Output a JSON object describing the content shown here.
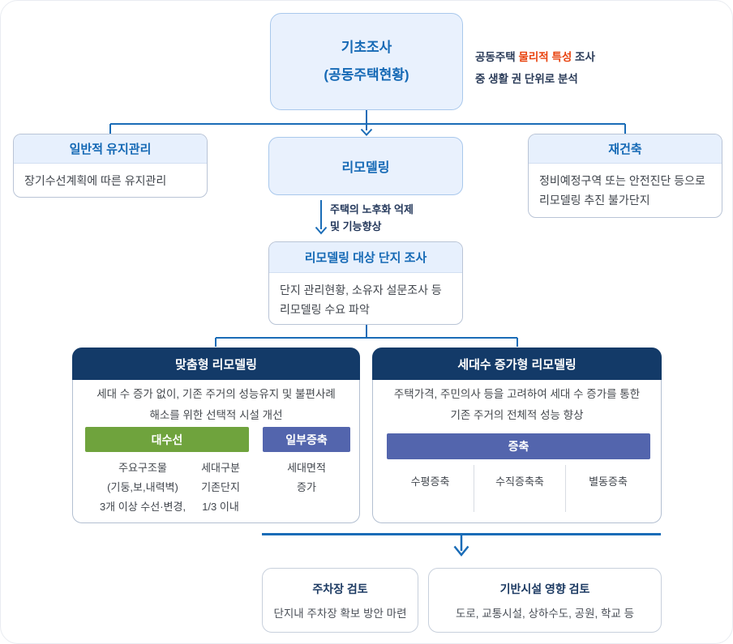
{
  "colors": {
    "accent_blue": "#1569b5",
    "connector_blue": "#1a6cb7",
    "light_blue_fill": "#e9f1fd",
    "navy_header": "#133a68",
    "green": "#6fa33d",
    "slate_blue": "#5365ad",
    "red_highlight": "#e8430f"
  },
  "top": {
    "title_line1": "기초조사",
    "title_line2": "(공동주택현황)",
    "note": {
      "line1_prefix": "공동주택 ",
      "line1_highlight": "물리적 특성",
      "line1_suffix": " 조사",
      "line2": "중 생활 권 단위로 분석"
    }
  },
  "row2": {
    "maintenance": {
      "title": "일반적 유지관리",
      "body": "장기수선계획에 따른 유지관리"
    },
    "remodeling": {
      "title": "리모델링"
    },
    "reconstruction": {
      "title": "재건축",
      "body_line1": "정비예정구역 또는 안전진단 등으로",
      "body_line2": "리모델링 추진 불가단지"
    }
  },
  "arrow_note": {
    "line1": "주택의 노후화 억제",
    "line2": "및 기능향상"
  },
  "survey": {
    "title": "리모델링 대상 단지 조사",
    "body_line1": "단지 관리현황, 소유자 설문조사 등",
    "body_line2": "리모델링 수요 파악"
  },
  "custom_type": {
    "title": "맞춤형 리모델링",
    "desc_line1": "세대 수 증가 없이, 기존 주거의 성능유지 및 불편사례",
    "desc_line2": "해소를 위한 선택적 시설 개선",
    "major_repair_label": "대수선",
    "major_repair_col1": [
      "주요구조물",
      "(기둥,보,내력벽)",
      "3개 이상 수선·변경,"
    ],
    "major_repair_col2": [
      "세대구분",
      "기존단지",
      "1/3 이내"
    ],
    "partial_extension_label": "일부증축",
    "partial_extension_col": [
      "세대면적",
      "증가"
    ]
  },
  "increase_type": {
    "title": "세대수 증가형 리모델링",
    "desc_line1": "주택가격, 주민의사 등을 고려하여 세대 수 증가를 통한",
    "desc_line2": "기존 주거의 전체적 성능 향상",
    "extension_label": "증축",
    "extension_cols": [
      "수평증축",
      "수직증축축",
      "별동증축"
    ]
  },
  "reviews": {
    "parking": {
      "title": "주차장 검토",
      "body": "단지내 주차장 확보 방안 마련"
    },
    "infrastructure": {
      "title": "기반시설 영향 검토",
      "body": "도로, 교통시설, 상하수도, 공원, 학교 등"
    }
  }
}
